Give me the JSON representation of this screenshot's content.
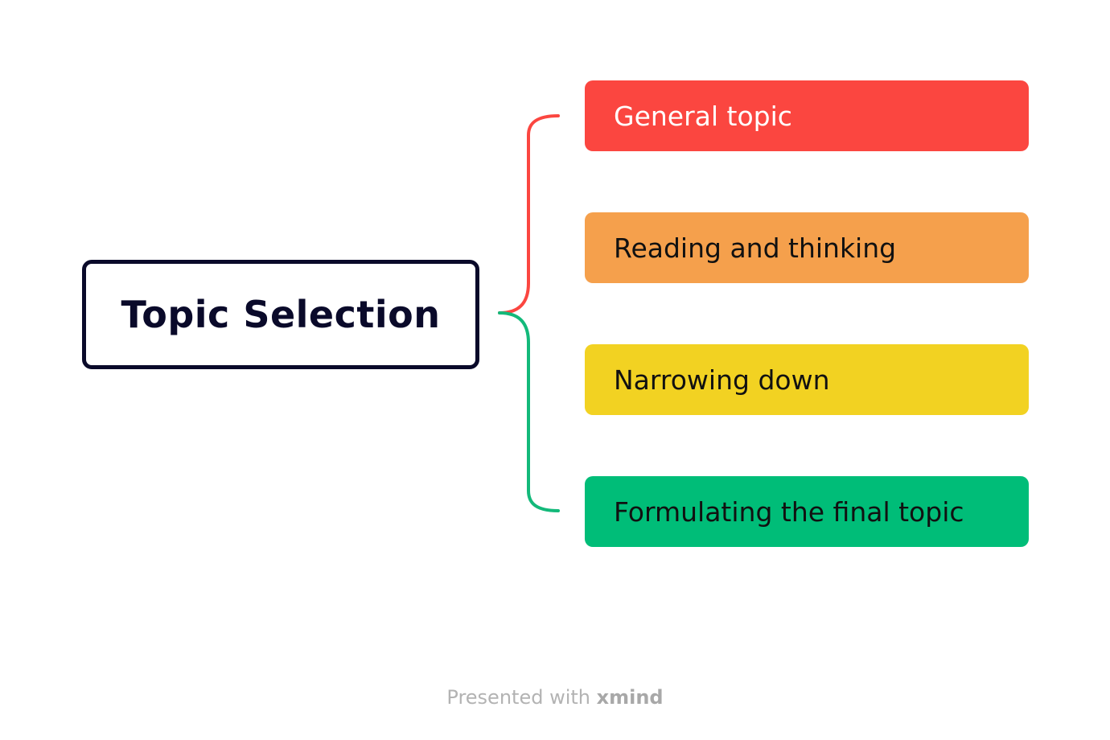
{
  "central_topic": {
    "label": "Topic Selection",
    "border_color": "#0a0a2a"
  },
  "subtopics": [
    {
      "label": "General topic",
      "bg": "#fb4640",
      "text_color": "#ffffff"
    },
    {
      "label": "Reading and thinking",
      "bg": "#f5a04c",
      "text_color": "#111111"
    },
    {
      "label": "Narrowing down",
      "bg": "#f2d222",
      "text_color": "#111111"
    },
    {
      "label": "Formulating the final topic",
      "bg": "#00bd78",
      "text_color": "#111111"
    }
  ],
  "connector_colors": {
    "upper": "#fb4640",
    "lower": "#13b97a"
  },
  "footer": {
    "prefix": "Presented with ",
    "brand": "xmind"
  }
}
